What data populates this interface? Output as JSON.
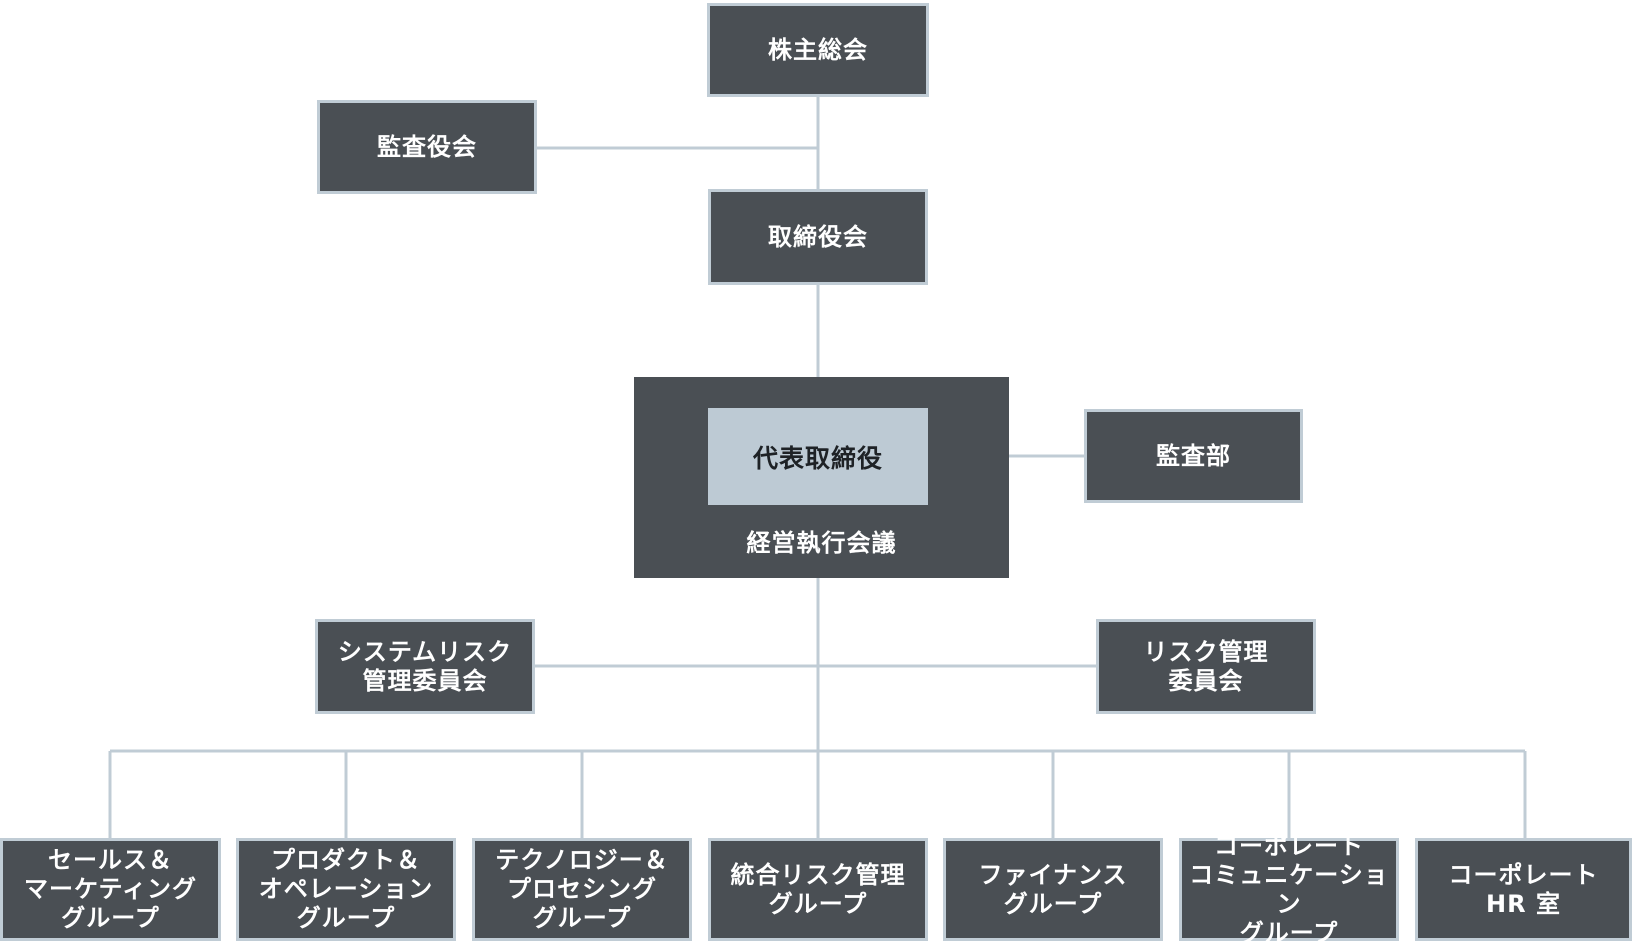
{
  "nodes": {
    "shareholders": "株主総会",
    "auditors": "監査役会",
    "board": "取締役会",
    "ceo": "代表取締役",
    "exec_committee": "経営執行会議",
    "internal_audit": "監査部",
    "system_risk": "システムリスク\n管理委員会",
    "risk_committee": "リスク管理\n委員会"
  },
  "groups": [
    "セールス＆\nマーケティング\nグループ",
    "プロダクト＆\nオペレーション\nグループ",
    "テクノロジー＆\nプロセシング\nグループ",
    "統合リスク管理\nグループ",
    "ファイナンス\nグループ",
    "コーポレート\nコミュニケーション\nグループ",
    "コーポレート\nHR 室"
  ],
  "colors": {
    "box": "#4a4f54",
    "border": "#c0ccd5",
    "ceo_box": "#bdcad4",
    "line": "#c0ccd5"
  }
}
